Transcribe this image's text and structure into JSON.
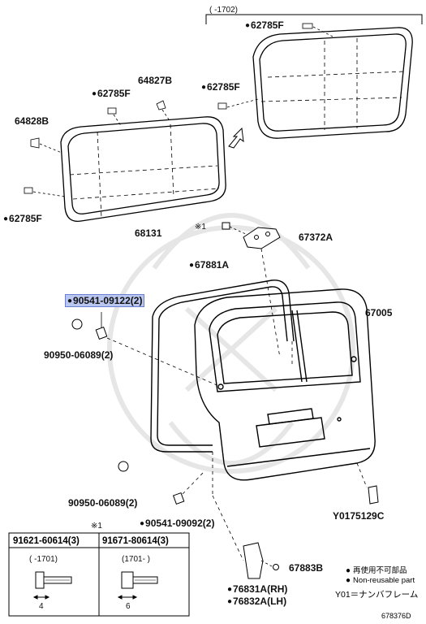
{
  "range_top": "(      -1702)",
  "note_mark": "※1",
  "labels": {
    "p62785F_top": "62785F",
    "p64827B": "64827B",
    "p62785F_ml": "62785F",
    "p62785F_mr": "62785F",
    "p64828B": "64828B",
    "p62785F_bl": "62785F",
    "p68131": "68131",
    "p67372A": "67372A",
    "p67881A": "67881A",
    "p90541_09122": "90541-09122(2)",
    "p67005": "67005",
    "p90950_06089_a": "90950-06089(2)",
    "p90950_06089_b": "90950-06089(2)",
    "p90541_09092": "90541-09092(2)",
    "pY0175129C": "Y0175129C",
    "p67883B": "67883B",
    "p76831A": "76831A(RH)",
    "p76832A": "76832A(LH)"
  },
  "table": {
    "col1_part": "91621-60614(3)",
    "col2_part": "91671-80614(3)",
    "col1_range": "(      -1701)",
    "col2_range": "(1701-      )",
    "col1_dim": "4",
    "col2_dim": "6"
  },
  "legend": {
    "jp_nonreusable": "再使用不可部品",
    "en_nonreusable": "Non-reusable part",
    "y01_note": "Y01＝ナンバフレーム"
  },
  "footer_code": "678376D",
  "icons": {
    "filled_dot": "filled-circle-icon",
    "arrow": "direction-arrow-icon"
  }
}
